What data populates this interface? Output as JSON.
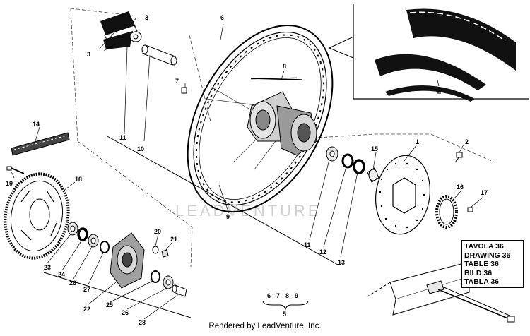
{
  "callouts": {
    "n1": "1",
    "n2": "2",
    "n3a": "3",
    "n3b": "3",
    "n4": "4",
    "n5": "5",
    "n6": "6",
    "n7": "7",
    "n8": "8",
    "n9": "9",
    "n10": "10",
    "n11a": "11",
    "n11b": "11",
    "n12": "12",
    "n13": "13",
    "n14": "14",
    "n15": "15",
    "n16": "16",
    "n17": "17",
    "n18": "18",
    "n19": "19",
    "n20": "20",
    "n21": "21",
    "n22": "22",
    "n23": "23",
    "n24": "24",
    "n25": "25",
    "n26a": "26",
    "n26b": "26",
    "n27": "27",
    "n28": "28"
  },
  "group_label": "6 - 7 - 8 - 9",
  "reference_box": [
    "TAVOLA 36",
    "DRAWING 36",
    "TABLE 36",
    "BILD 36",
    "TABLA 36"
  ],
  "watermark": "LEADVENTURE",
  "credit": "Rendered by LeadVenture, Inc."
}
